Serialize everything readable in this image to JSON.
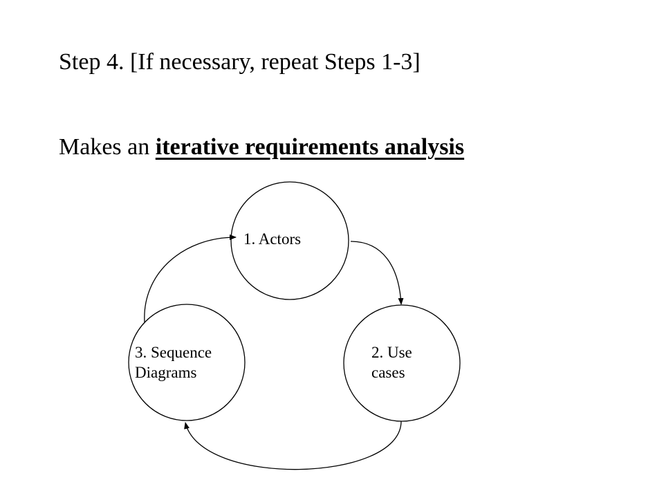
{
  "slide": {
    "step_line": "Step 4. [If necessary, repeat Steps 1-3]",
    "makes_prefix": "Makes an ",
    "makes_emphasis": "iterative requirements analysis"
  },
  "cycle": {
    "nodes": [
      {
        "id": "actors",
        "label": "1. Actors"
      },
      {
        "id": "use-cases",
        "label": "2. Use\ncases"
      },
      {
        "id": "sequence-diagrams",
        "label": "3. Sequence\nDiagrams"
      }
    ],
    "edges": [
      {
        "from": "actors",
        "to": "use-cases"
      },
      {
        "from": "use-cases",
        "to": "sequence-diagrams"
      },
      {
        "from": "sequence-diagrams",
        "to": "actors"
      }
    ],
    "stroke_color": "#000000"
  }
}
